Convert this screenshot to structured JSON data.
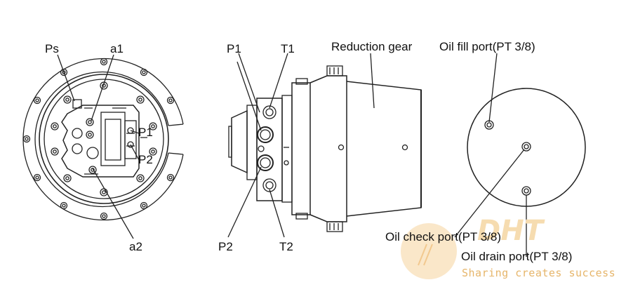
{
  "labels": {
    "ps": "Ps",
    "a1": "a1",
    "a2": "a2",
    "p1_front": "P1",
    "p2_front": "P2",
    "p1_side": "P1",
    "t1_side": "T1",
    "p2_side": "P2",
    "t2_side": "T2",
    "reduction_gear": "Reduction gear",
    "oil_fill_port": "Oil fill port(PT 3/8)",
    "oil_check_port": "Oil check port(PT 3/8)",
    "oil_drain_port": "Oil drain port(PT 3/8)"
  },
  "watermark": {
    "logo_text": "DHT",
    "slogan": "Sharing creates success",
    "color": "#e6b56a"
  },
  "colors": {
    "line": "#222222",
    "background": "#ffffff"
  }
}
